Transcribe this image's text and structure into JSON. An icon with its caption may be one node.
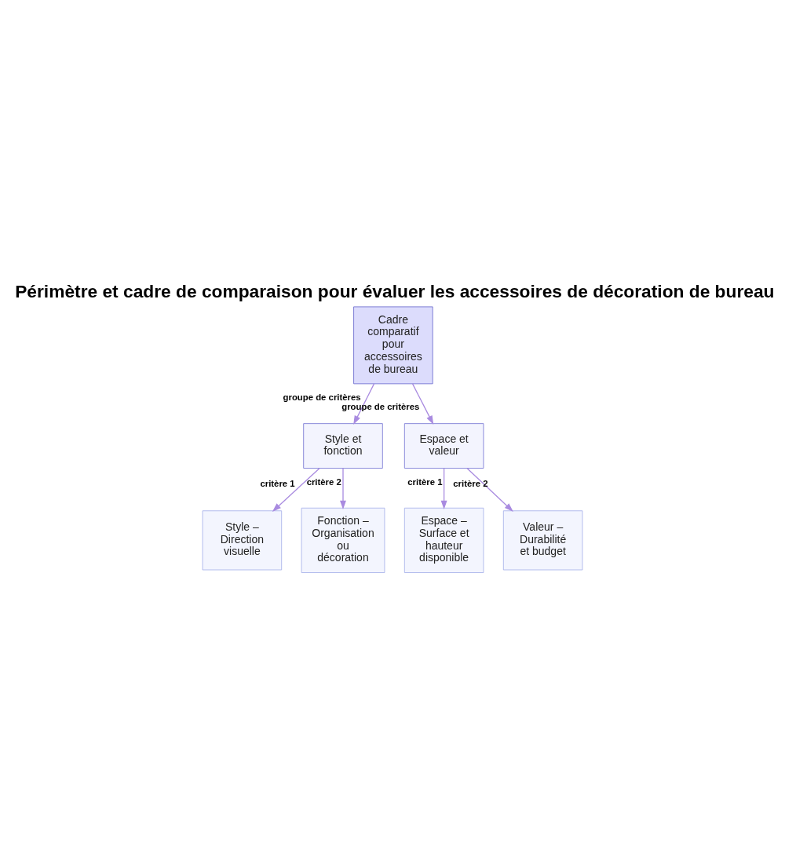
{
  "diagram": {
    "title": "Périmètre et cadre de comparaison pour évaluer les accessoires de décoration de bureau",
    "nodes": [
      {
        "text": [
          "Cadre comparatif pour accessoires de bureau"
        ]
      },
      {
        "text": [
          "Style et fonction"
        ]
      },
      {
        "text": [
          "Espace et valeur"
        ]
      },
      {
        "text": [
          "Style – Direction visuelle"
        ]
      },
      {
        "text": [
          "Fonction – Organisation ou décoration"
        ]
      },
      {
        "text": [
          "Espace – Surface et hauteur disponible"
        ]
      },
      {
        "text": [
          "Valeur – Durabilité et budget"
        ]
      }
    ],
    "edges": [
      {
        "from": 0,
        "to": 1,
        "arrow": "to",
        "label": "groupe de critères"
      },
      {
        "from": 0,
        "to": 2,
        "arrow": "to",
        "label": "groupe de critères"
      },
      {
        "from": 1,
        "to": 3,
        "arrow": "to",
        "label": "critère 1"
      },
      {
        "from": 1,
        "to": 4,
        "arrow": "to",
        "label": "critère 2"
      },
      {
        "from": 2,
        "to": 5,
        "arrow": "to",
        "label": "critère 1"
      },
      {
        "from": 2,
        "to": 6,
        "arrow": "to",
        "label": "critère 2"
      }
    ]
  }
}
